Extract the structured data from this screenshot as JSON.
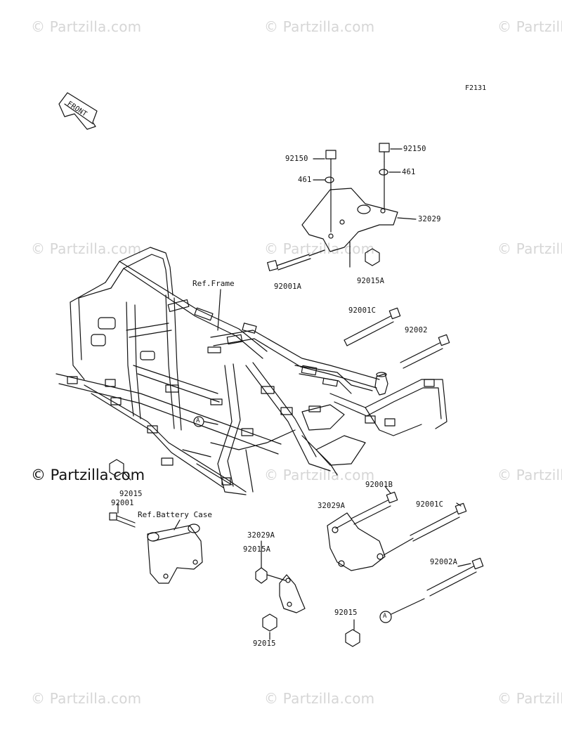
{
  "diagram": {
    "code": "F2131",
    "front_marker": "FRONT",
    "ref_frame": "Ref.Frame",
    "ref_battery_case": "Ref.Battery Case",
    "callout_a": "A"
  },
  "watermarks": {
    "text": "© Partzilla.com",
    "strong_text": "© Partzilla.com"
  },
  "parts": {
    "p92150_left": "92150",
    "p92150_right": "92150",
    "p461_left": "461",
    "p461_right": "461",
    "p32029": "32029",
    "p92001A": "92001A",
    "p92015A_top": "92015A",
    "p92001C_top": "92001C",
    "p92002": "92002",
    "p92015_left": "92015",
    "p92001": "92001",
    "p92001B": "92001B",
    "p32029A_upper": "32029A",
    "p32029A_lower": "32029A",
    "p92001C_bottom": "92001C",
    "p92015A_bottom": "92015A",
    "p92002A": "92002A",
    "p92015_bottom_right": "92015",
    "p92015_bottom": "92015"
  },
  "colors": {
    "line": "#111111",
    "watermark": "#d6d6d6",
    "background": "#ffffff"
  }
}
